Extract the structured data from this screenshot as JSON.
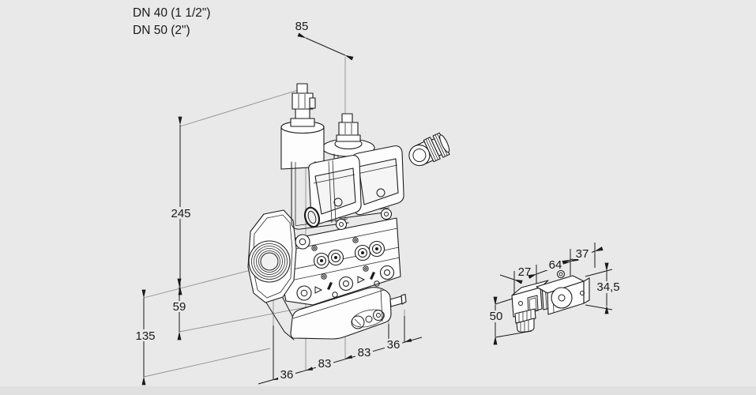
{
  "page": {
    "type": "valve dimensional drawing",
    "background": "#e9e9e9",
    "footer_strip_color": "#e0e0e0",
    "line_color": "#1c1c1c",
    "extension_line_color": "#8f8f8f"
  },
  "title": {
    "line1": "DN 40 (1 1/2\")",
    "line2": "DN 50 (2\")"
  },
  "main_dimensions": {
    "solenoid_offset": "85",
    "total_height": "245",
    "axis_to_bottom": "59",
    "base_height": "135",
    "chain": [
      "36",
      "83",
      "83",
      "36"
    ]
  },
  "side_dimensions": {
    "coil_width": "27",
    "body_length": "64",
    "body_depth": "37",
    "body_height": "34,5",
    "coil_height": "50"
  }
}
